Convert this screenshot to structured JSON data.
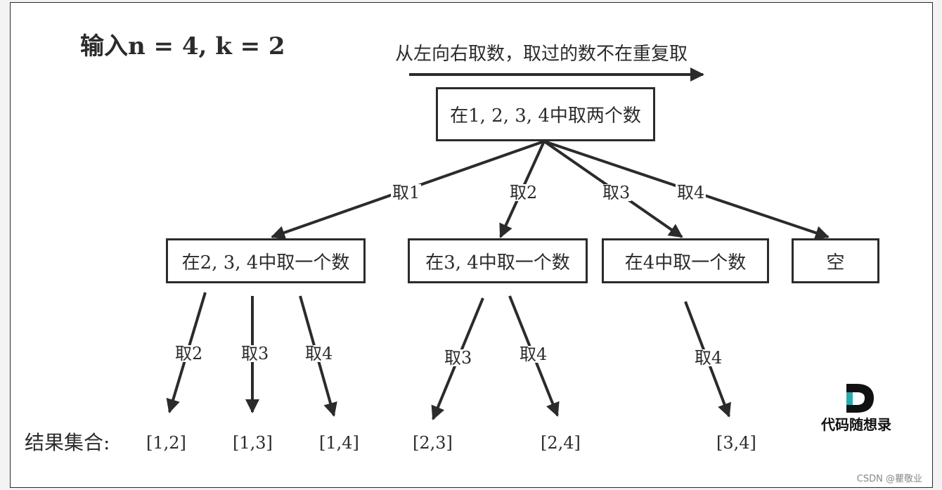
{
  "title": "输入n = 4, k = 2",
  "direction_hint": "从左向右取数，取过的数不在重复取",
  "nodes": {
    "root": "在1, 2, 3, 4中取两个数",
    "n234": "在2, 3, 4中取一个数",
    "n34": "在3, 4中取一个数",
    "n4": "在4中取一个数",
    "empty": "空"
  },
  "edges": {
    "root_1": "取1",
    "root_2": "取2",
    "root_3": "取3",
    "root_4": "取4",
    "a_2": "取2",
    "a_3": "取3",
    "a_4": "取4",
    "b_3": "取3",
    "b_4": "取4",
    "c_4": "取4"
  },
  "results": {
    "label": "结果集合:",
    "r12": "[1,2]",
    "r13": "[1,3]",
    "r14": "[1,4]",
    "r23": "[2,3]",
    "r24": "[2,4]",
    "r34": "[3,4]"
  },
  "logo": {
    "text": "代码随想录",
    "colors": {
      "dark": "#111111",
      "teal": "#2aa9b0"
    }
  },
  "watermark": "CSDN @瞿敬业"
}
